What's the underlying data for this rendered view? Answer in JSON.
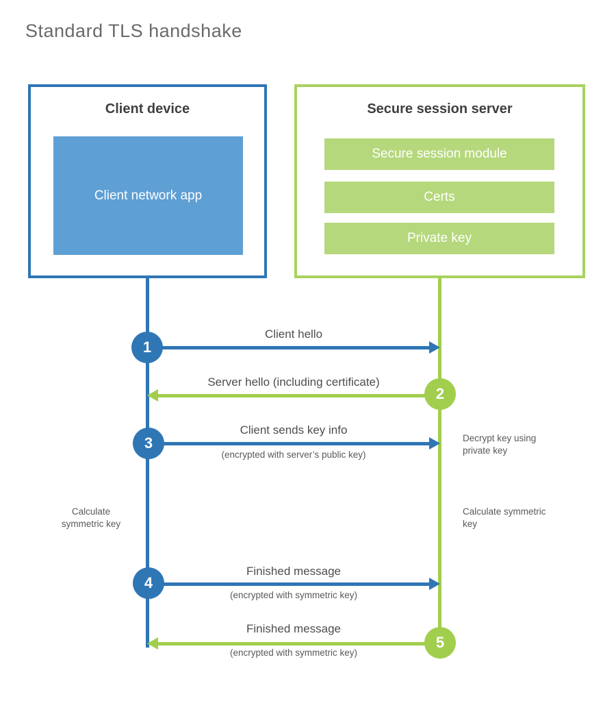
{
  "title": "Standard TLS handshake",
  "colors": {
    "blue_accent": "#2f76b5",
    "blue_fill": "#5e9fd4",
    "green_accent": "#a2ce4e",
    "green_border": "#a9d25f",
    "green_fill": "#b5d87c",
    "text_dark": "#3f3f3f",
    "text_gray": "#595959"
  },
  "client": {
    "title": "Client device",
    "module": "Client network app"
  },
  "server": {
    "title": "Secure session server",
    "modules": [
      "Secure session module",
      "Certs",
      "Private key"
    ]
  },
  "steps": [
    {
      "num": "1",
      "label": "Client hello",
      "sublabel": "",
      "from": "client",
      "to": "server"
    },
    {
      "num": "2",
      "label": "Server hello (including certificate)",
      "sublabel": "",
      "from": "server",
      "to": "client"
    },
    {
      "num": "3",
      "label": "Client sends key info",
      "sublabel": "(encrypted with server’s public key)",
      "from": "client",
      "to": "server"
    },
    {
      "num": "4",
      "label": "Finished message",
      "sublabel": "(encrypted with symmetric key)",
      "from": "client",
      "to": "server"
    },
    {
      "num": "5",
      "label": "Finished message",
      "sublabel": "(encrypted with symmetric key)",
      "from": "server",
      "to": "client"
    }
  ],
  "annotations": {
    "decrypt": "Decrypt key using private key",
    "calc_left": "Calculate symmetric key",
    "calc_right": "Calculate symmetric key"
  }
}
